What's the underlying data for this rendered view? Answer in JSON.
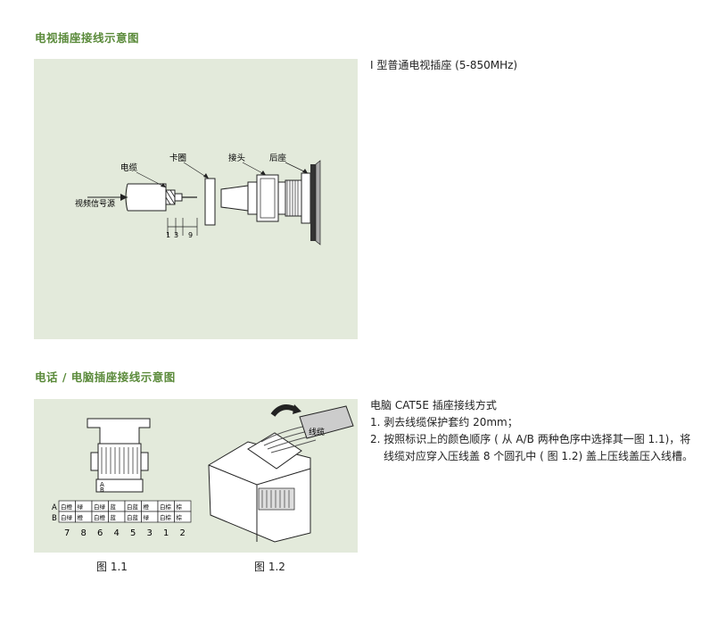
{
  "section_tv": {
    "title": "电视插座接线示意图",
    "socket_type": "Ⅰ 型普通电视插座 (5-850MHz)",
    "diagram_labels": {
      "cable": "电缆",
      "ring": "卡圈",
      "connector": "接头",
      "back_seat": "后座",
      "signal_source": "视频信号源",
      "dim_1": "1",
      "dim_3": "3",
      "dim_9": "9"
    }
  },
  "section_pc": {
    "title": "电话 / 电脑插座接线示意图",
    "intro": "电脑 CAT5E 插座接线方式",
    "steps": [
      "1. 剥去线缆保护套约 20mm；",
      "2. 按照标识上的颜色顺序 ( 从 A/B  两种色序中选择其一图 1.1)，将线缆对应穿入压线盖 8 个圆孔中 ( 图 1.2)  盖上压线盖压入线槽。"
    ],
    "fig1_caption": "图 1.1",
    "fig2_caption": "图 1.2",
    "fig2_cable_label": "线缆",
    "row_a_label": "A",
    "row_b_label": "B",
    "plug_a_label": "A",
    "plug_b_label": "B",
    "row_a_cells": [
      "白橙",
      "绿",
      "白绿",
      "蓝",
      "白蓝",
      "橙",
      "白棕",
      "棕"
    ],
    "row_b_cells": [
      "白绿",
      "橙",
      "白橙",
      "蓝",
      "白蓝",
      "绿",
      "白棕",
      "棕"
    ],
    "pin_numbers": [
      "7",
      "8",
      "6",
      "4",
      "5",
      "3",
      "1",
      "2"
    ]
  },
  "colors": {
    "heading_green": "#5a8a3a",
    "panel_bg": "#e3eadb"
  }
}
